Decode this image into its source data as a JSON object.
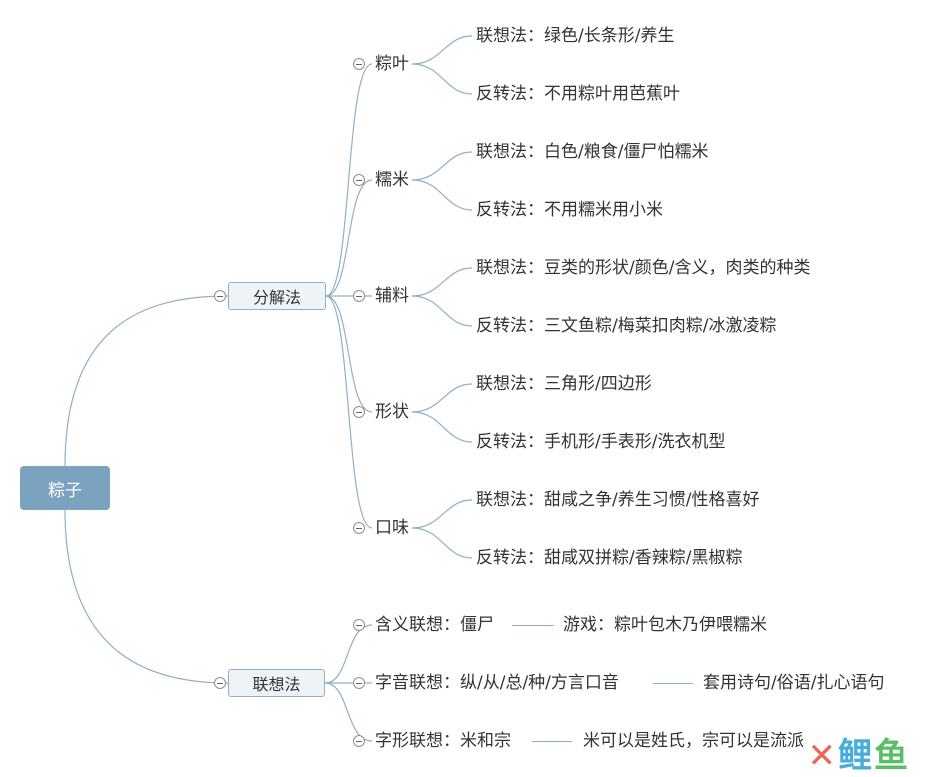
{
  "root": "粽子",
  "branches": [
    {
      "label": "分解法",
      "subs": [
        {
          "label": "粽叶",
          "leaves": [
            "联想法：绿色/长条形/养生",
            "反转法：不用粽叶用芭蕉叶"
          ]
        },
        {
          "label": "糯米",
          "leaves": [
            "联想法：白色/粮食/僵尸怕糯米",
            "反转法：不用糯米用小米"
          ]
        },
        {
          "label": "辅料",
          "leaves": [
            "联想法：豆类的形状/颜色/含义，肉类的种类",
            "反转法：三文鱼粽/梅菜扣肉粽/冰激凌粽"
          ]
        },
        {
          "label": "形状",
          "leaves": [
            "联想法：三角形/四边形",
            "反转法：手机形/手表形/洗衣机型"
          ]
        },
        {
          "label": "口味",
          "leaves": [
            "联想法：甜咸之争/养生习惯/性格喜好",
            "反转法：甜咸双拼粽/香辣粽/黑椒粽"
          ]
        }
      ]
    },
    {
      "label": "联想法",
      "subs": [
        {
          "label": "含义联想：僵尸",
          "leaves": [
            "游戏：粽叶包木乃伊喂糯米"
          ]
        },
        {
          "label": "字音联想：纵/从/总/种/方言口音",
          "leaves": [
            "套用诗句/俗语/扎心语句"
          ]
        },
        {
          "label": "字形联想：米和宗",
          "leaves": [
            "米可以是姓氏，宗可以是流派"
          ]
        }
      ]
    }
  ],
  "watermark": "鲤鱼",
  "colors": {
    "root_fill": "#7ba3bf",
    "branch_fill": "#eef3f7",
    "line": "#8fb0c7",
    "text": "#333333"
  }
}
